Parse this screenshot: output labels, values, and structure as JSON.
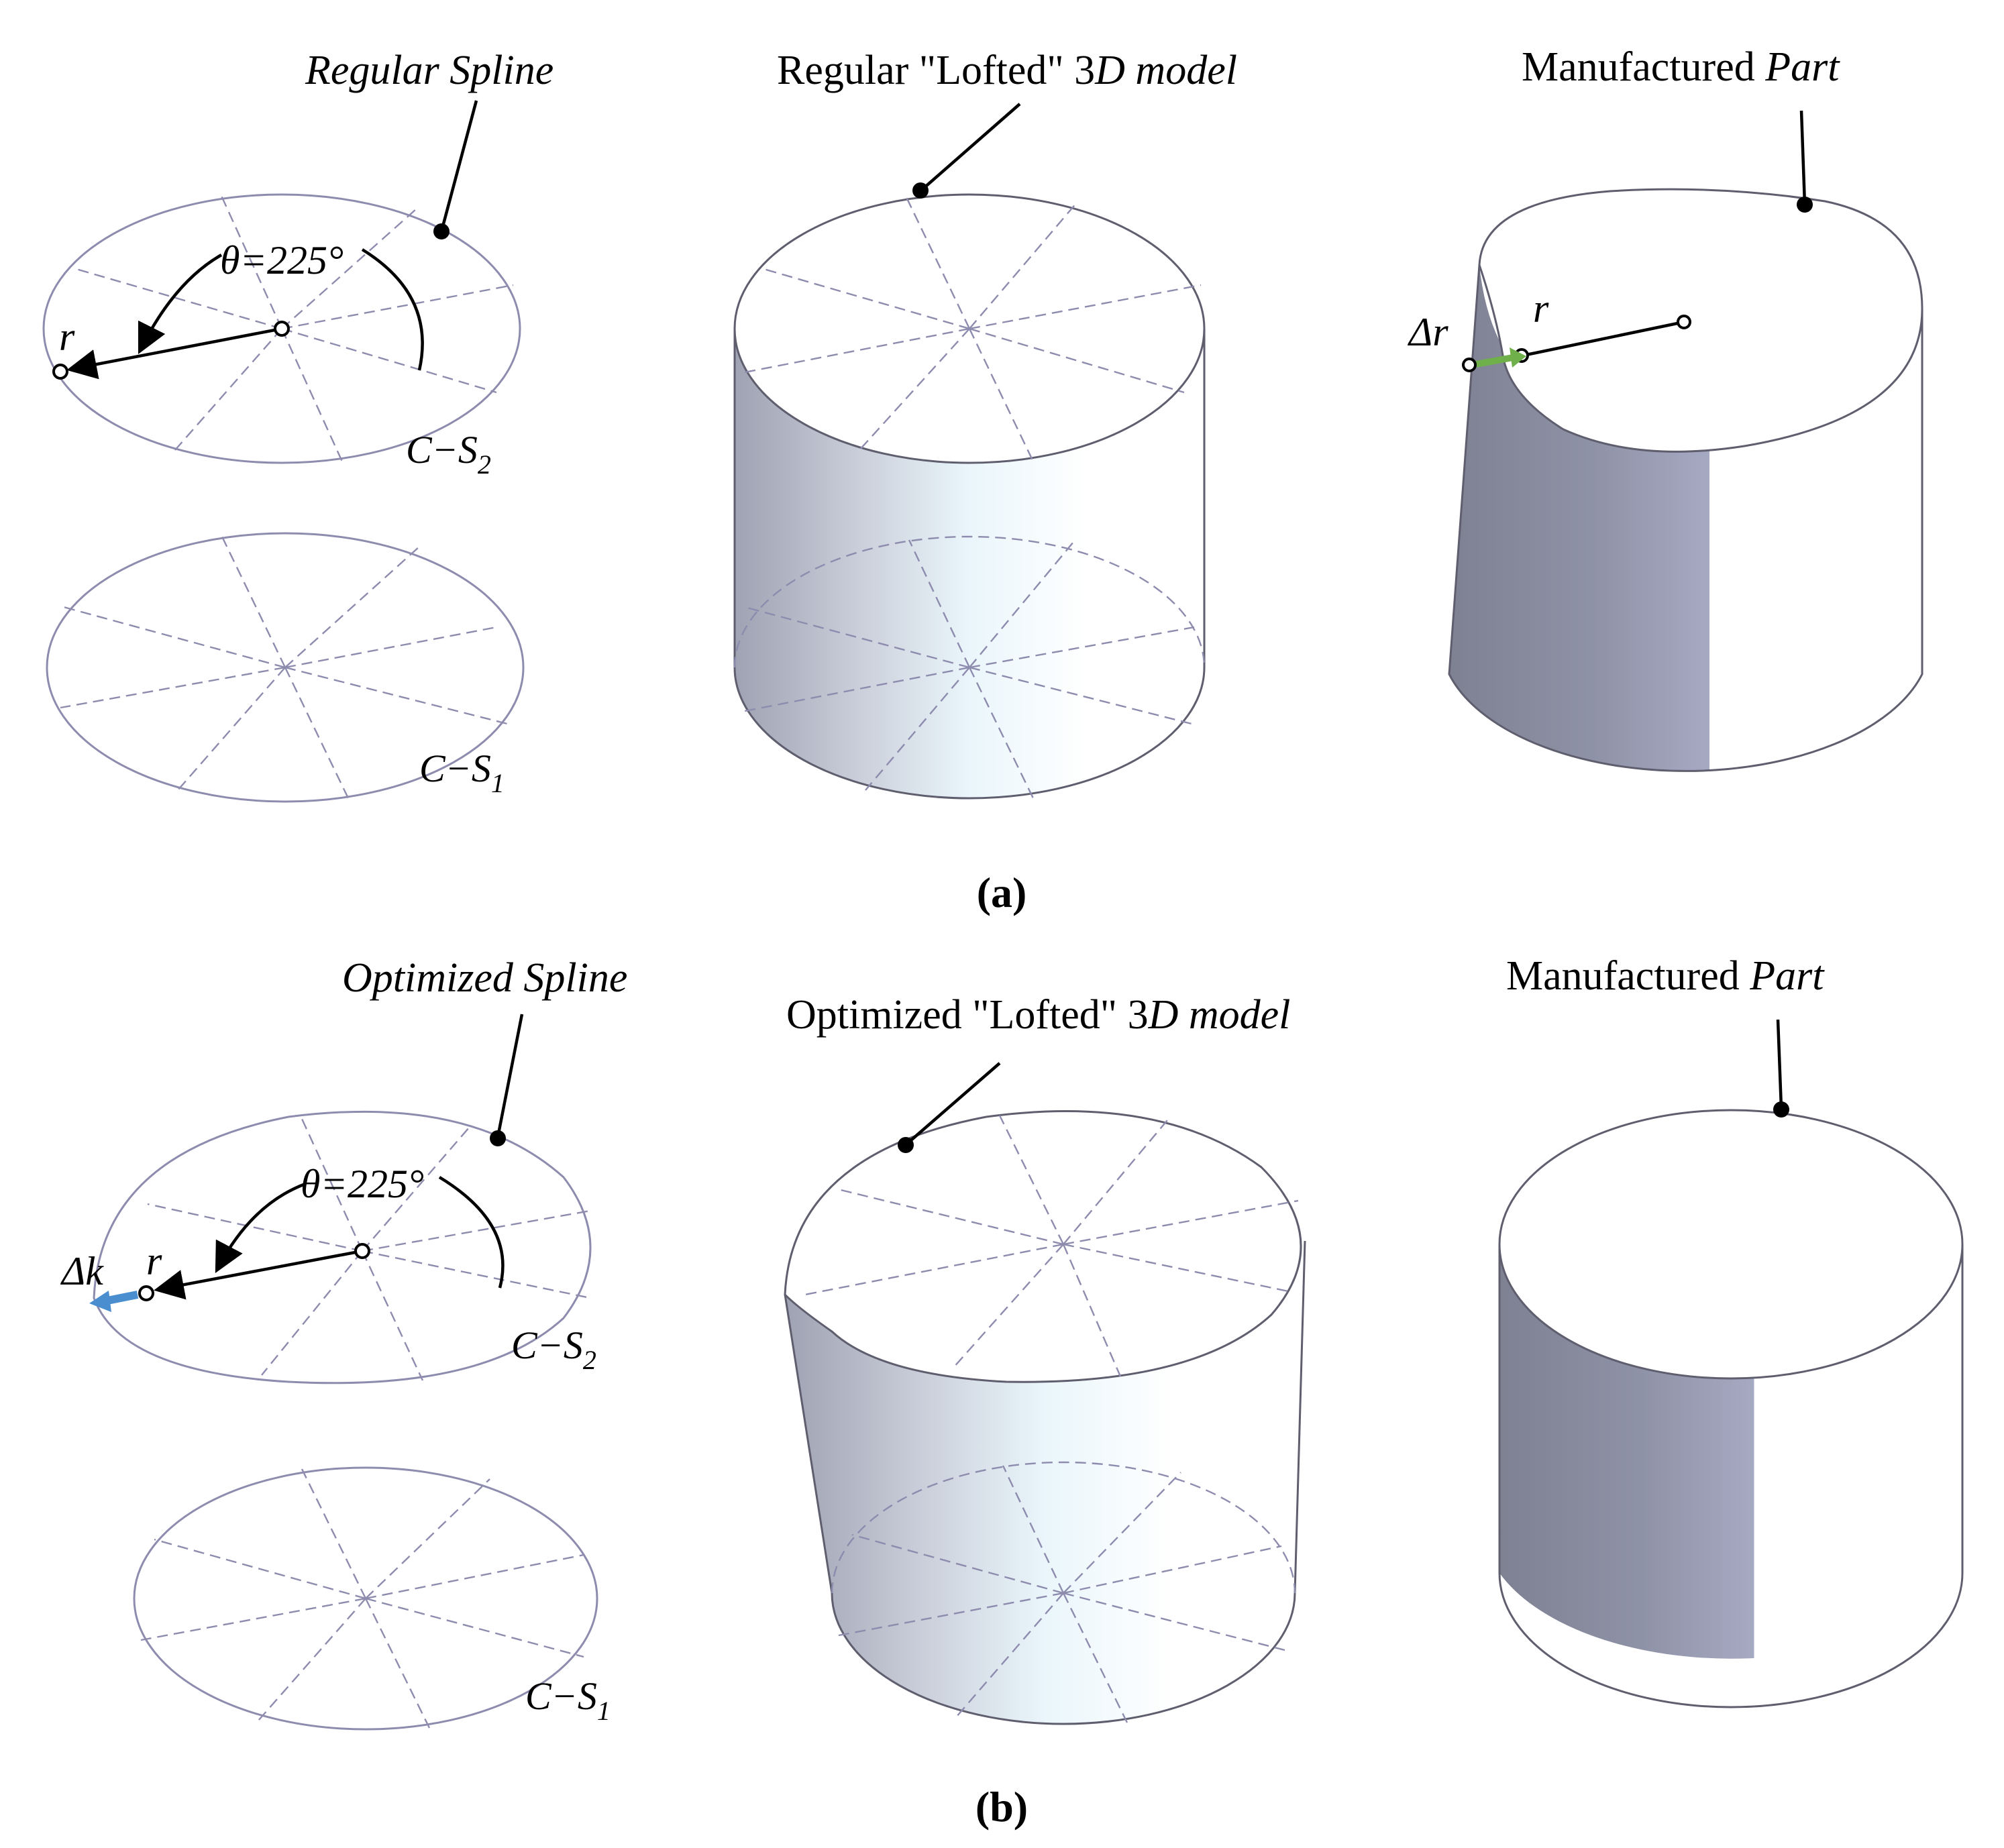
{
  "panel_a": {
    "caption": "(a)",
    "spline_label": "Regular Spline",
    "model_label_pre": "Regular \"Lofted\" 3",
    "model_label_post": "D model",
    "part_label_pre": "Manufactured ",
    "part_label_post": "Part",
    "angle_label": "θ=225°",
    "radius_label": "r",
    "delta_label": "Δr",
    "top_section": "C−S",
    "top_section_sub": "2",
    "bottom_section": "C−S",
    "bottom_section_sub": "1"
  },
  "panel_b": {
    "caption": "(b)",
    "spline_label": "Optimized Spline",
    "model_label_pre": "Optimized \"Lofted\" 3",
    "model_label_post": "D model",
    "part_label_pre": "Manufactured ",
    "part_label_post": "Part",
    "angle_label": "θ=225°",
    "radius_label": "r",
    "delta_label": "Δk",
    "top_section": "C−S",
    "top_section_sub": "2",
    "bottom_section": "C−S",
    "bottom_section_sub": "1"
  },
  "colors": {
    "section_line": "#8e8cae",
    "shade_dark": "#7e8090",
    "shade_light": "#eaf6fb",
    "delta_r_arrow": "#6fb04a",
    "delta_k_arrow": "#4a8ed0"
  }
}
